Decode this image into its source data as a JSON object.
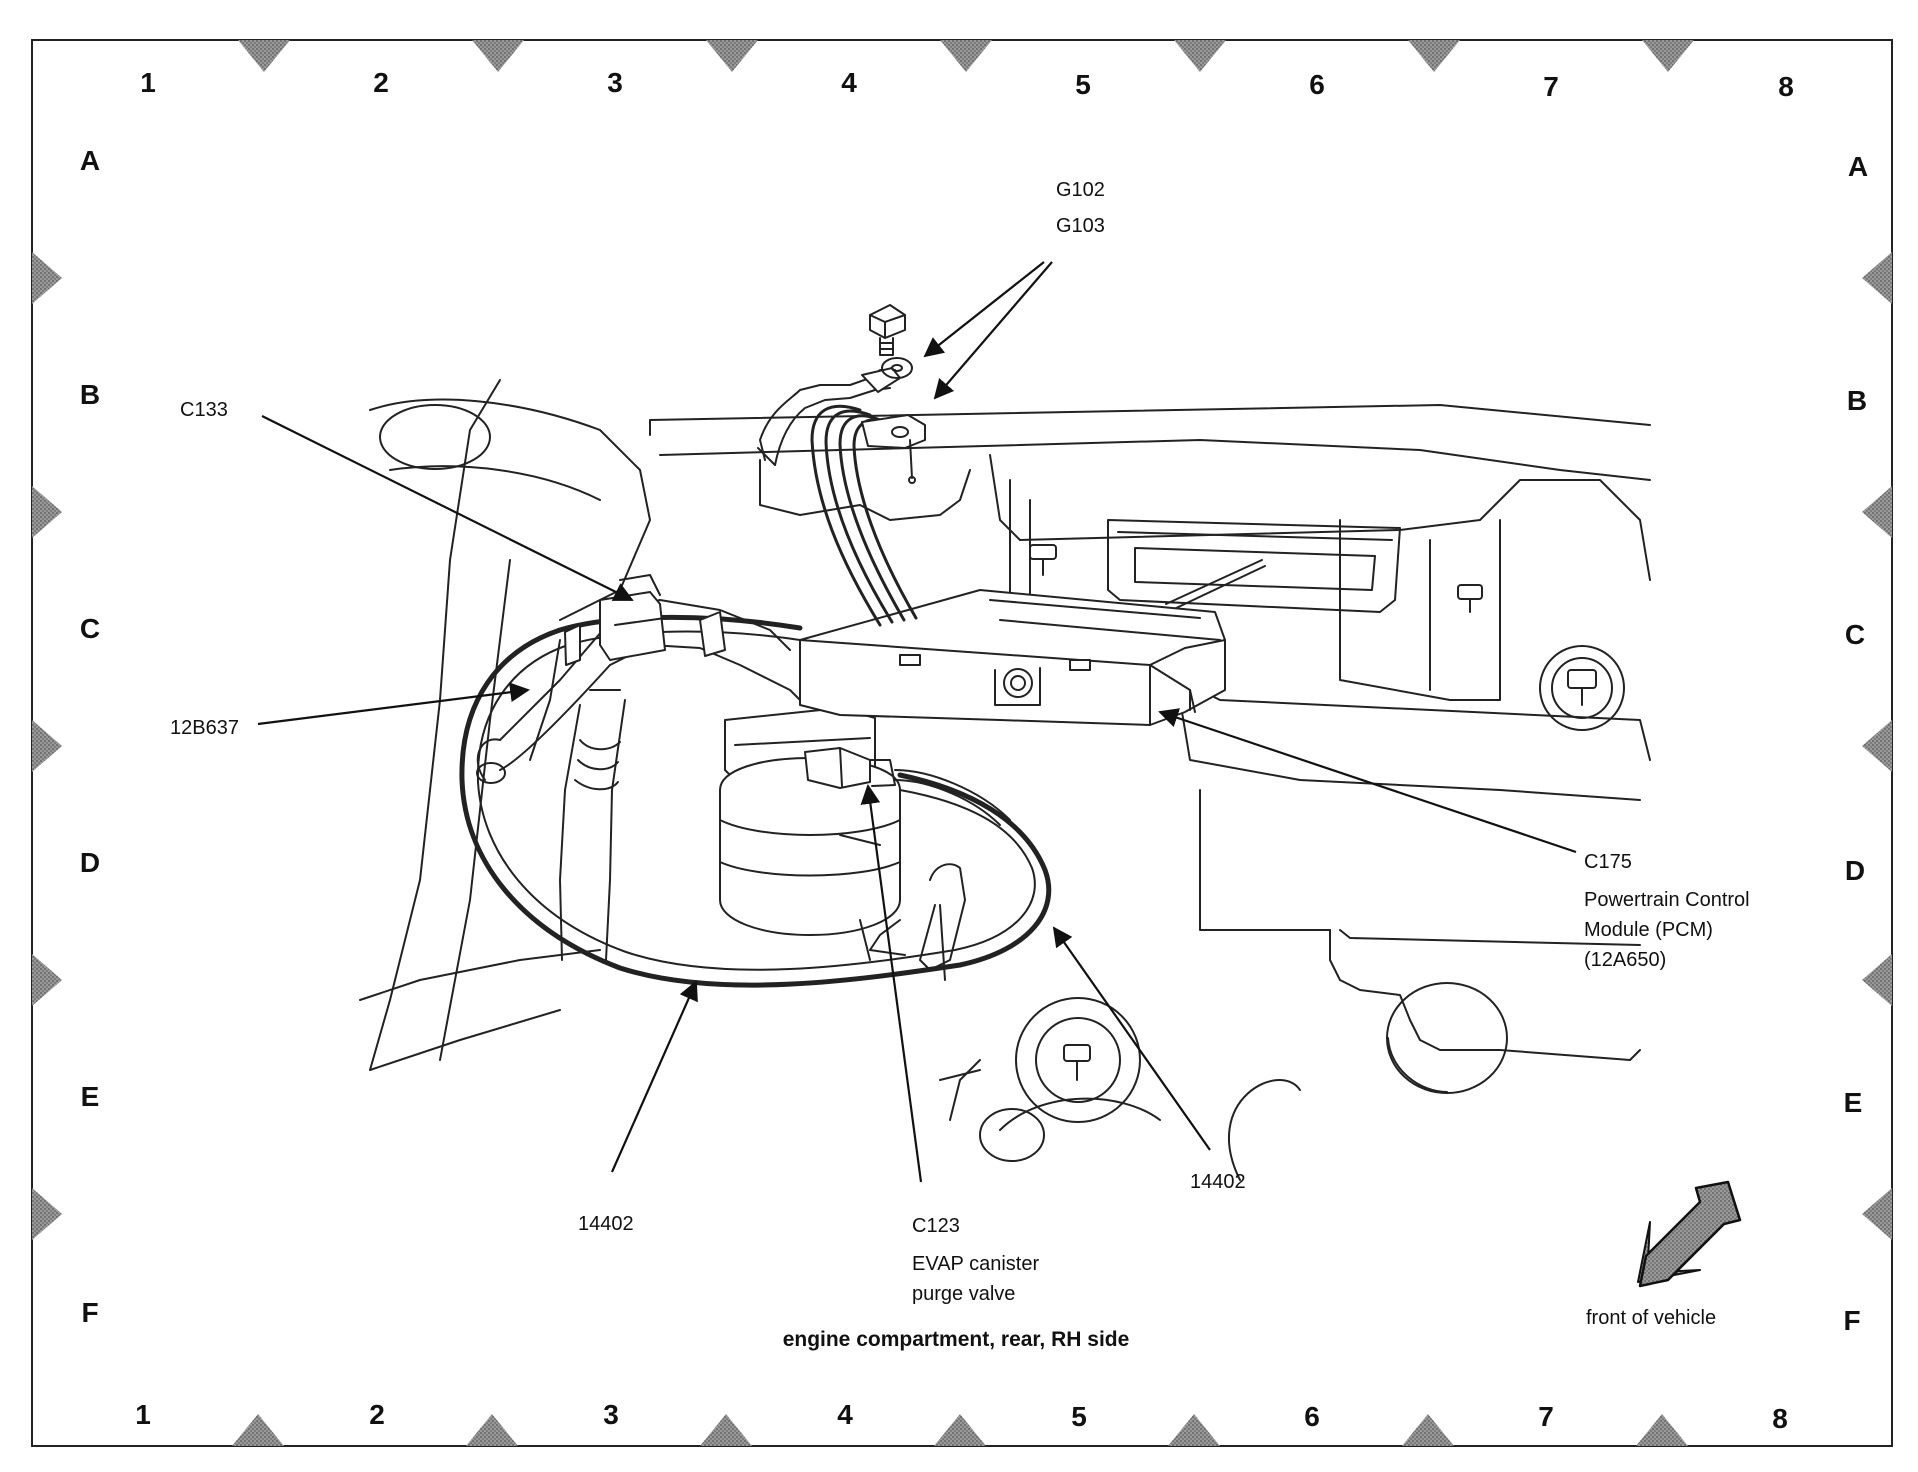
{
  "grid": {
    "columns": [
      "1",
      "2",
      "3",
      "4",
      "5",
      "6",
      "7",
      "8"
    ],
    "rows": [
      "A",
      "B",
      "C",
      "D",
      "E",
      "F"
    ]
  },
  "callouts": {
    "g102": "G102",
    "g103": "G103",
    "c133": "C133",
    "harness_12b637": "12B637",
    "c175": "C175",
    "pcm_line1": "Powertrain Control",
    "pcm_line2": "Module (PCM)",
    "pcm_line3": "(12A650)",
    "harness_14402_left": "14402",
    "harness_14402_right": "14402",
    "c123": "C123",
    "evap_line1": "EVAP canister",
    "evap_line2": "purge valve"
  },
  "caption": "engine compartment, rear, RH side",
  "orientation": {
    "label": "front of vehicle",
    "icon": "front-direction-arrow-icon"
  }
}
